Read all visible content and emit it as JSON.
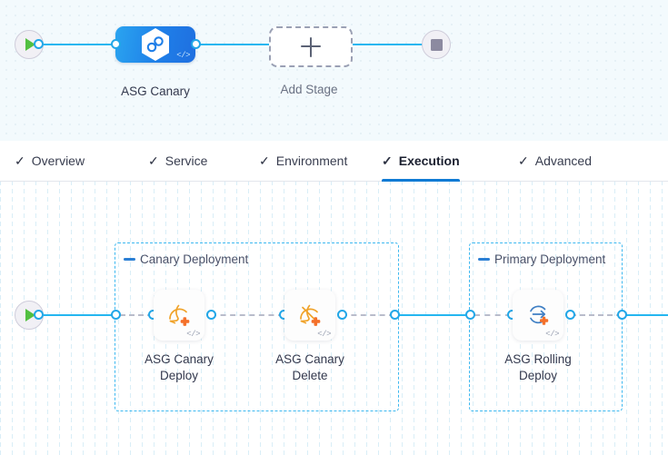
{
  "pipeline": {
    "start_node": {
      "name": "start-node",
      "icon": "play-icon"
    },
    "end_node": {
      "name": "end-node",
      "icon": "stop-icon"
    },
    "stage": {
      "label": "ASG Canary",
      "icon": "asg-hexagon-icon",
      "code_badge": "</>"
    },
    "add_stage": {
      "label": "Add Stage",
      "icon": "plus-icon"
    }
  },
  "tabs": [
    {
      "label": "Overview",
      "check": "✓",
      "active": false
    },
    {
      "label": "Service",
      "check": "✓",
      "active": false
    },
    {
      "label": "Environment",
      "check": "✓",
      "active": false
    },
    {
      "label": "Execution",
      "check": "✓",
      "active": true
    },
    {
      "label": "Advanced",
      "check": "✓",
      "active": false
    }
  ],
  "execution": {
    "start_node": {
      "name": "execution-start-node",
      "icon": "play-icon"
    },
    "groups": [
      {
        "title": "Canary Deployment",
        "collapse_icon": "collapse-dash-icon"
      },
      {
        "title": "Primary Deployment",
        "collapse_icon": "collapse-dash-icon"
      }
    ],
    "steps": [
      {
        "label_line1": "ASG Canary",
        "label_line2": "Deploy",
        "icon": "asg-canary-deploy-icon",
        "code_badge": "</>"
      },
      {
        "label_line1": "ASG Canary",
        "label_line2": "Delete",
        "icon": "asg-canary-delete-icon",
        "code_badge": "</>"
      },
      {
        "label_line1": "ASG Rolling",
        "label_line2": "Deploy",
        "icon": "asg-rolling-deploy-icon",
        "code_badge": "</>"
      }
    ]
  },
  "colors": {
    "accent_blue": "#22a7e8",
    "stage_blue": "#1f7fe8",
    "tab_active": "#0f7bd4",
    "group_border": "#3cb8f0",
    "play_green": "#52c041",
    "stop_gray": "#8c8aa0",
    "aws_orange": "#f0a32a",
    "plus_orange": "#f4712b"
  }
}
